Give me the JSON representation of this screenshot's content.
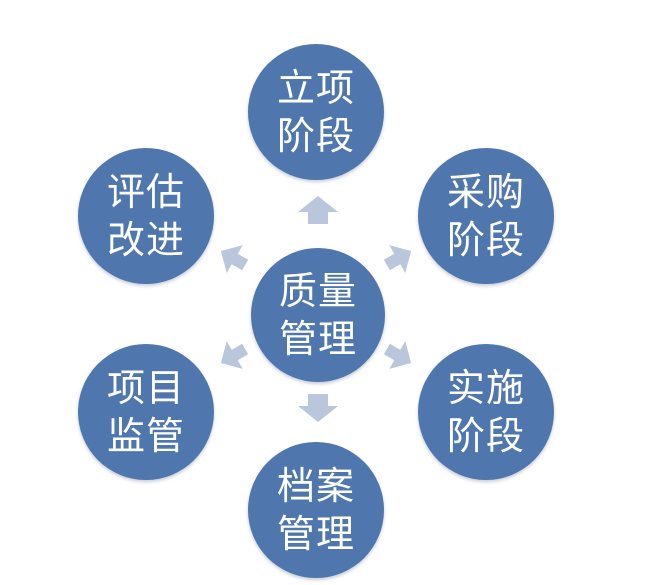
{
  "diagram": {
    "center": {
      "line1": "质量",
      "line2": "管理"
    },
    "stages": [
      {
        "id": "lixiang",
        "line1": "立项",
        "line2": "阶段"
      },
      {
        "id": "caigou",
        "line1": "采购",
        "line2": "阶段"
      },
      {
        "id": "shishi",
        "line1": "实施",
        "line2": "阶段"
      },
      {
        "id": "dangan",
        "line1": "档案",
        "line2": "管理"
      },
      {
        "id": "jianguan",
        "line1": "项目",
        "line2": "监管"
      },
      {
        "id": "pinggu",
        "line1": "评估",
        "line2": "改进"
      }
    ],
    "colors": {
      "node_fill": "#4f76ad",
      "node_text": "#ffffff",
      "arrow_fill": "#b9c6dc",
      "background": "#ffffff"
    }
  }
}
